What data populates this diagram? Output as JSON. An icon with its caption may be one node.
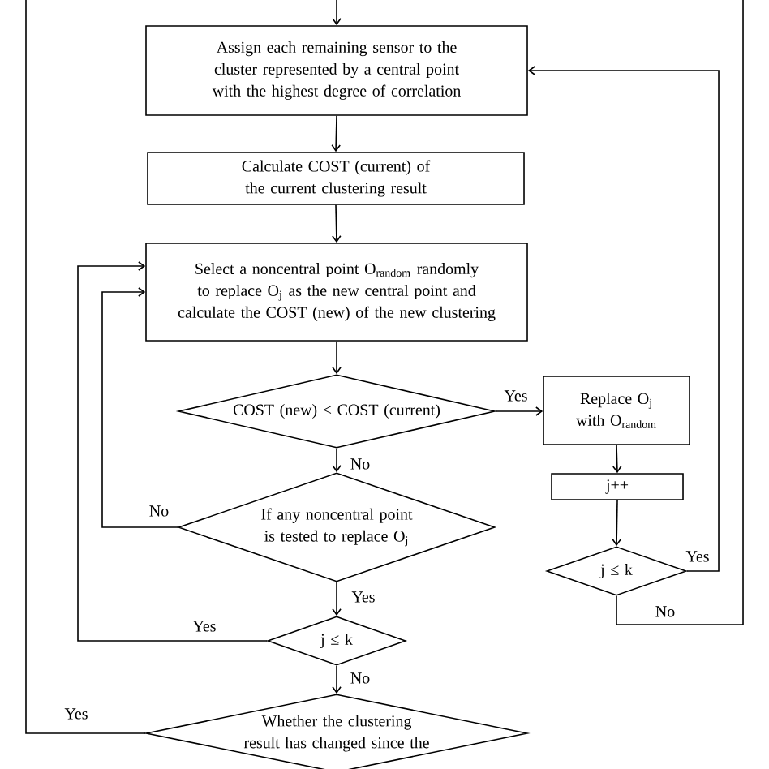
{
  "diagram": {
    "nodes": [
      {
        "text": [
          "Assign each remaining sensor to the cluster represented by a central point with the highest degree of correlation"
        ]
      },
      {
        "text": [
          "Calculate COST (current) of the current clustering result"
        ]
      },
      {
        "text": [
          "Select a noncentral point O$_{random}$ randomly to replace O$_{j}$ as the new central point and calculate the COST (new) of the new clustering"
        ]
      },
      {
        "text": [
          "COST (new) < COST (current)"
        ]
      },
      {
        "text": [
          "Replace O$_{j}$ with O$_{random}$"
        ]
      },
      {
        "text": [
          "j++"
        ]
      },
      {
        "text": [
          "j ≤ k"
        ]
      },
      {
        "text": [
          "If any noncentral point is tested to replace O$_{j}$"
        ]
      },
      {
        "text": [
          "j ≤ k"
        ]
      },
      {
        "text": [
          "Whether the clustering result has changed since the"
        ]
      }
    ],
    "edges": [
      {
        "from": null,
        "to": 0,
        "arrow": "to"
      },
      {
        "from": 0,
        "to": 1,
        "arrow": "to"
      },
      {
        "from": 1,
        "to": 2,
        "arrow": "to"
      },
      {
        "from": 2,
        "to": 3,
        "arrow": "to"
      },
      {
        "from": 3,
        "to": 4,
        "arrow": "to",
        "label": "Yes"
      },
      {
        "from": 3,
        "to": 7,
        "arrow": "to",
        "label": "No"
      },
      {
        "from": 4,
        "to": 5,
        "arrow": "to"
      },
      {
        "from": 5,
        "to": 6,
        "arrow": "to"
      },
      {
        "from": 6,
        "to": 0,
        "arrow": "to",
        "label": "Yes"
      },
      {
        "from": 6,
        "to": null,
        "arrow": "none",
        "label": "No"
      },
      {
        "from": 7,
        "to": 2,
        "arrow": "to",
        "label": "No"
      },
      {
        "from": 7,
        "to": 8,
        "arrow": "to",
        "label": "Yes"
      },
      {
        "from": 8,
        "to": 2,
        "arrow": "to",
        "label": "Yes"
      },
      {
        "from": 8,
        "to": 9,
        "arrow": "to",
        "label": "No"
      },
      {
        "from": 9,
        "to": null,
        "arrow": "none",
        "label": "Yes"
      }
    ]
  }
}
